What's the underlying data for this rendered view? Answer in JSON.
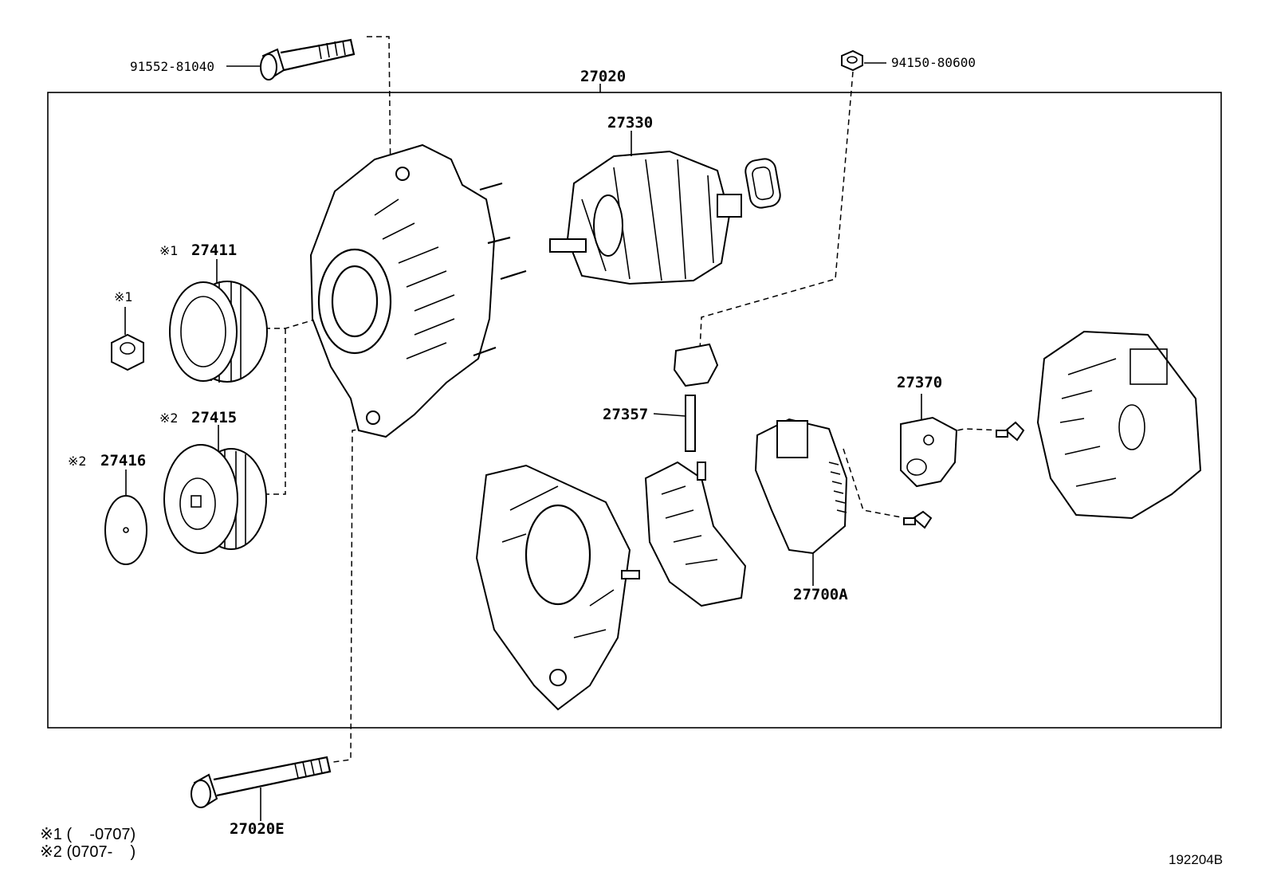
{
  "diagram": {
    "assembly": "27020",
    "parts": {
      "bolt_top": "91552-81040",
      "nut_top": "94150-80600",
      "rotor": "27330",
      "pulley_a": "27411",
      "nut_a_mark": "※1",
      "pulley_a_mark": "※1",
      "pulley_b": "27415",
      "pulley_b_mark": "※2",
      "cap": "27416",
      "cap_mark": "※2",
      "terminal_insulator": "27357",
      "brush_holder": "27370",
      "regulator": "27700A",
      "through_bolt": "27020E"
    },
    "notes": {
      "note1": "※1 (    -0707)",
      "note2": "※2 (0707-    )"
    },
    "figure_id": "192204B"
  }
}
